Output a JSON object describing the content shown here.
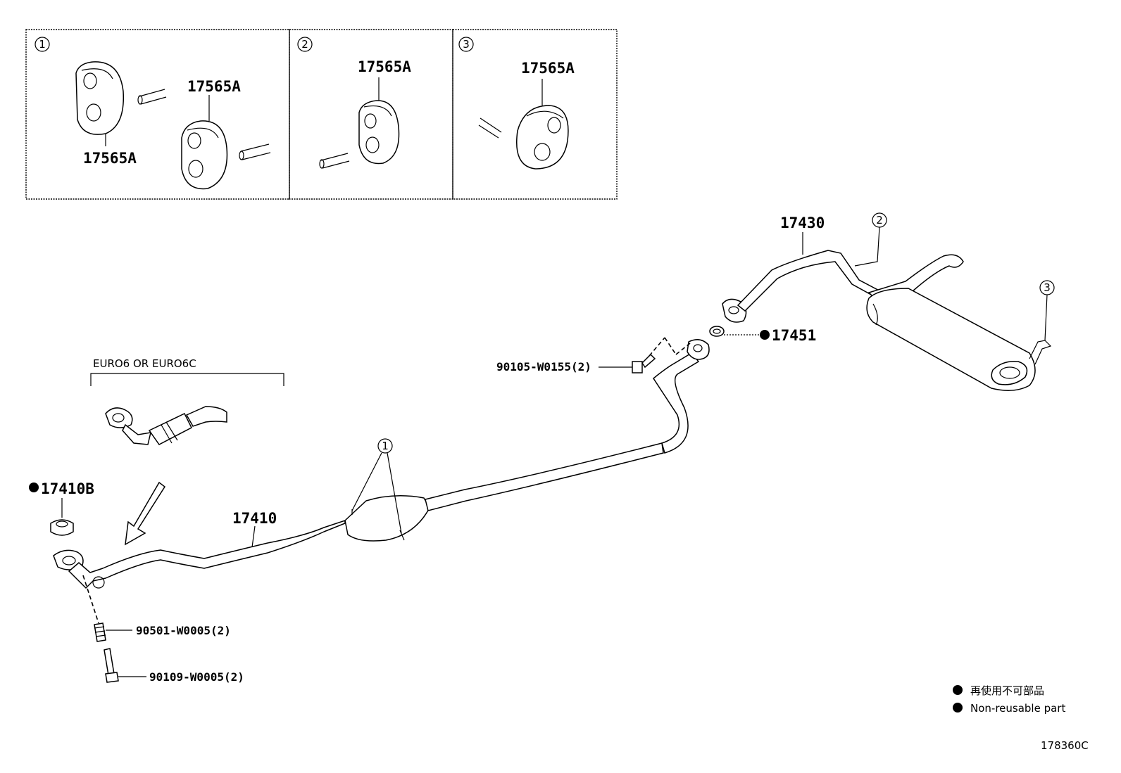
{
  "detail_boxes": [
    {
      "index": "1",
      "labels": [
        "17565A",
        "17565A"
      ]
    },
    {
      "index": "2",
      "labels": [
        "17565A"
      ]
    },
    {
      "index": "3",
      "labels": [
        "17565A"
      ]
    }
  ],
  "variant_note": "EURO6 OR EURO6C",
  "parts": {
    "p17410B": "17410B",
    "p17410": "17410",
    "p90501": "90501-W0005(2)",
    "p90109": "90109-W0005(2)",
    "p90105": "90105-W0155(2)",
    "p17451": "17451",
    "p17430": "17430"
  },
  "callouts": {
    "c1": "1",
    "c2": "2",
    "c3": "3"
  },
  "legend": {
    "line_jp": "再使用不可部品",
    "line_en": "Non-reusable part"
  },
  "diagram_id": "178360C"
}
